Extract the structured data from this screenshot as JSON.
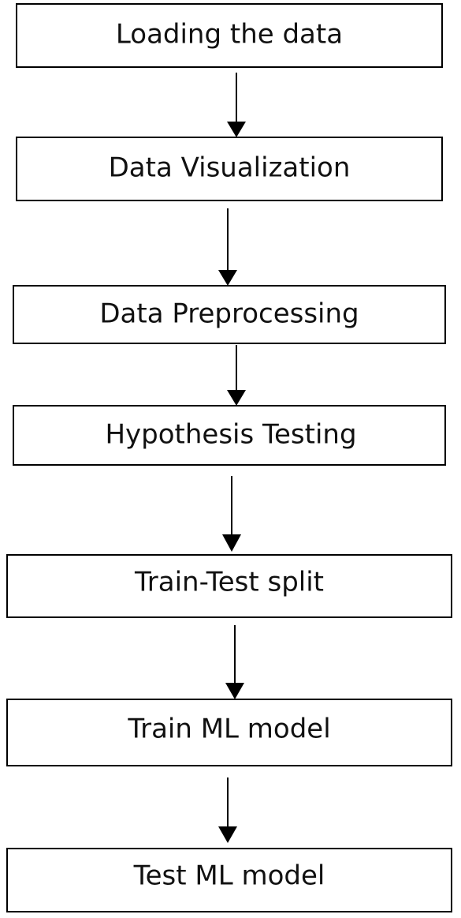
{
  "diagram": {
    "type": "flowchart",
    "direction": "top-to-bottom",
    "steps": [
      {
        "label": "Loading the data"
      },
      {
        "label": "Data Visualization"
      },
      {
        "label": "Data Preprocessing"
      },
      {
        "label": "Hypothesis Testing"
      },
      {
        "label": "Train-Test split"
      },
      {
        "label": "Train ML model"
      },
      {
        "label": "Test ML model"
      }
    ],
    "colors": {
      "border": "#000000",
      "text": "#111111",
      "background": "#ffffff"
    }
  }
}
